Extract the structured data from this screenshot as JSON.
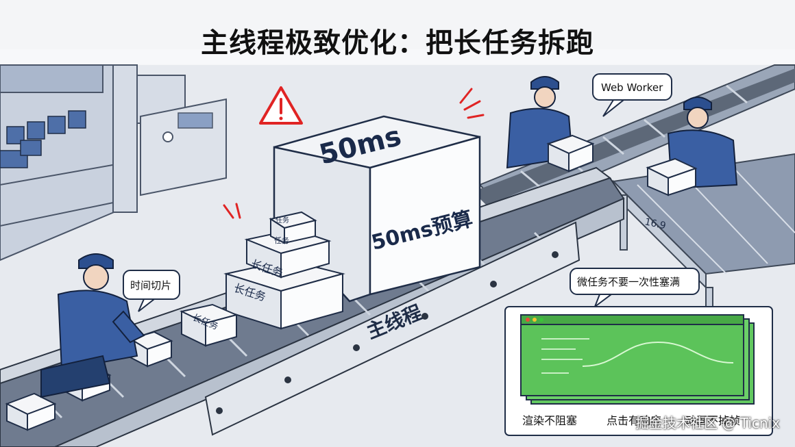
{
  "title": "主线程极致优化：把长任务拆跑",
  "big_box": {
    "top_label": "50ms",
    "side_label": "50ms预算"
  },
  "small_boxes": {
    "label_a": "长任务",
    "label_b": "长任务",
    "label_c": "长任务",
    "label_d": "任务",
    "label_e": "任务"
  },
  "conveyor_label": "主线程",
  "bubbles": {
    "time_slice": "时间切片",
    "web_worker": "Web Worker",
    "micro_task": "微任务不要一次性塞满"
  },
  "panel_labels": {
    "render": "渲染不阻塞",
    "respond": "点击有响应",
    "animation": "动画不掉帧"
  },
  "belt_code": "16.9",
  "watermark": "掘金技术社区 @ Ticnix",
  "colors": {
    "accent_blue": "#2c4f8f",
    "alert_red": "#e02424",
    "screen_green": "#5cc35a"
  },
  "icons": [
    "warning-icon"
  ]
}
